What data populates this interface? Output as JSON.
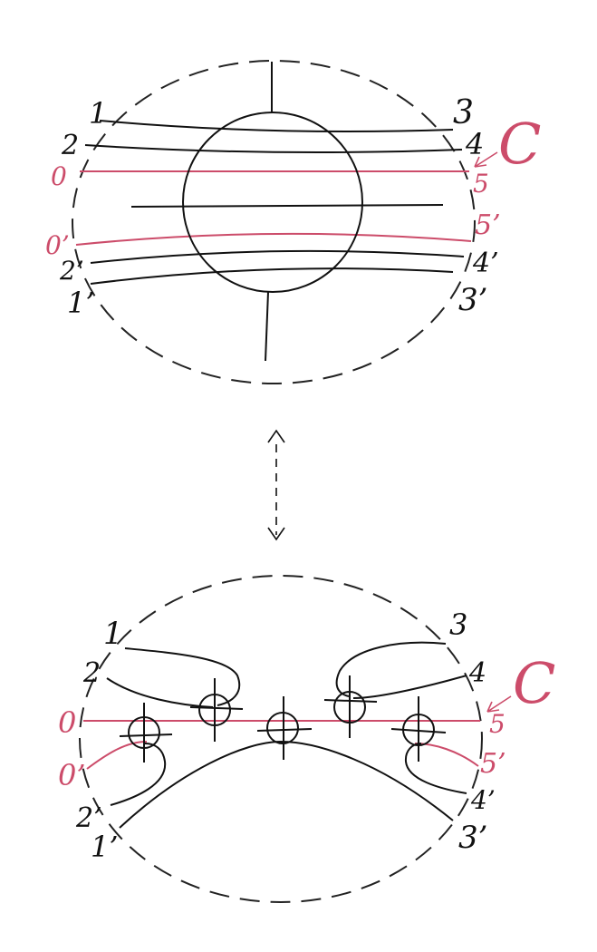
{
  "colors": {
    "ink": "#111111",
    "accent": "#cc4c6a"
  },
  "top_diagram": {
    "left_labels": [
      "1",
      "2",
      "0",
      "0’",
      "2’",
      "1’"
    ],
    "right_labels": [
      "3",
      "4",
      "5",
      "5’",
      "4’",
      "3’"
    ],
    "curve_label": "C"
  },
  "arrow": {
    "icon": "double-headed-dashed-arrow"
  },
  "bottom_diagram": {
    "left_labels": [
      "1",
      "2",
      "0",
      "0’",
      "2’",
      "1’"
    ],
    "right_labels": [
      "3",
      "4",
      "5",
      "5’",
      "4’",
      "3’"
    ],
    "curve_label": "C"
  }
}
